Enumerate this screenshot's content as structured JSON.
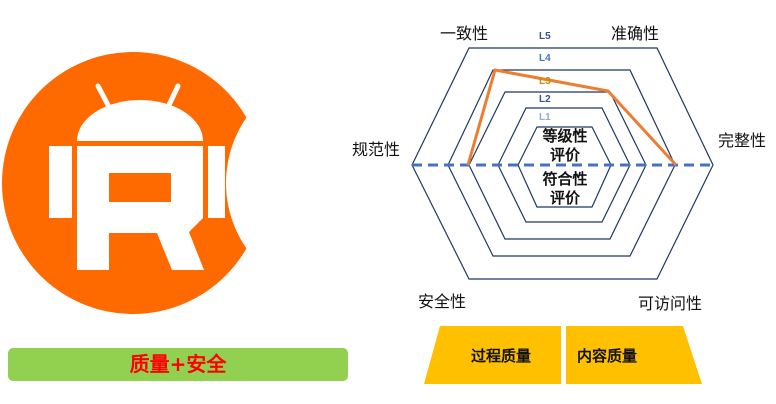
{
  "logo": {
    "text": "IRC",
    "color": "#ff6a00"
  },
  "banner": {
    "label": "质量+安全",
    "bg": "#92d050",
    "text_color": "#ff0000"
  },
  "radar": {
    "axes": [
      "一致性",
      "准确性",
      "完整性",
      "可访问性",
      "安全性",
      "规范性"
    ],
    "levels": [
      "L1",
      "L2",
      "L3",
      "L4",
      "L5"
    ],
    "center_top": [
      "等级性",
      "评价"
    ],
    "center_bottom": [
      "符合性",
      "评价"
    ],
    "line_color": "#ed7d31",
    "dash_color": "#4472c4"
  },
  "process": {
    "left": "过程质量",
    "right": "内容质量",
    "color": "#ffc000"
  }
}
